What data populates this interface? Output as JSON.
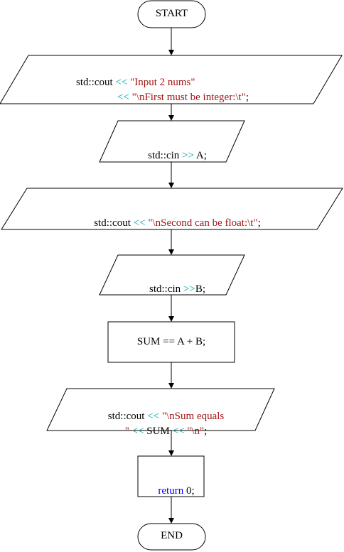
{
  "colors": {
    "operator": "#00A0A0",
    "string": "#A31515",
    "keyword": "#0000FF"
  },
  "nodes": {
    "start": {
      "text": "START"
    },
    "out1": {
      "line1": {
        "prefix": "std::cout ",
        "op": "<<",
        "str": " \"Input 2 nums\""
      },
      "line2": {
        "op": "<<",
        "str": " \"\\nFirst must be integer:\\t\"",
        "end": ";"
      }
    },
    "in1": {
      "prefix": "std::cin ",
      "op": ">>",
      "rest": " A;"
    },
    "out2": {
      "prefix": "std::cout ",
      "op": "<<",
      "str": " \"\\nSecond can be float:\\t\"",
      "end": ";"
    },
    "in2": {
      "prefix": "std::cin ",
      "op": ">>",
      "rest": "B;"
    },
    "process": {
      "text": "SUM == A + B;"
    },
    "out3": {
      "line1": {
        "prefix": "std::cout ",
        "op": "<<",
        "str": " \"\\nSum equals"
      },
      "line2": {
        "str": "\"",
        "op1": " <<",
        "mid": " SUM ",
        "op2": "<<",
        "str2": " \"\\n\"",
        "end": ";"
      }
    },
    "ret": {
      "kw": "return",
      "rest": " 0;"
    },
    "end": {
      "text": "END"
    }
  }
}
